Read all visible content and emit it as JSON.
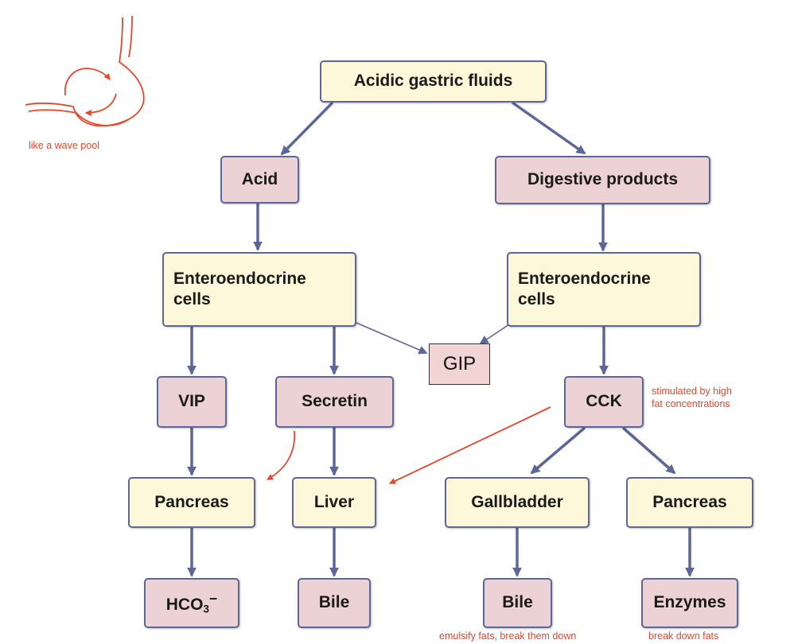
{
  "nodes": {
    "acidic_gastric_fluids": "Acidic gastric fluids",
    "acid": "Acid",
    "digestive_products": "Digestive products",
    "enteroendocrine_left": "Enteroendocrine cells",
    "enteroendocrine_right": "Enteroendocrine cells",
    "gip": "GIP",
    "vip": "VIP",
    "secretin": "Secretin",
    "cck": "CCK",
    "pancreas_left": "Pancreas",
    "liver": "Liver",
    "gallbladder": "Gallbladder",
    "pancreas_right": "Pancreas",
    "hco3_base": "HCO",
    "hco3_sub": "3",
    "hco3_charge": "−",
    "bile_left": "Bile",
    "bile_right": "Bile",
    "enzymes": "Enzymes"
  },
  "annotations": {
    "wave_pool": "like a wave pool",
    "cck_line1": "stimulated by high",
    "cck_line2": "fat concentrations",
    "bile_note": "emulsify fats, break them down",
    "enzymes_note": "break down fats"
  },
  "edges": [
    [
      "acidic_gastric_fluids",
      "acid"
    ],
    [
      "acidic_gastric_fluids",
      "digestive_products"
    ],
    [
      "acid",
      "enteroendocrine_left"
    ],
    [
      "digestive_products",
      "enteroendocrine_right"
    ],
    [
      "enteroendocrine_left",
      "vip"
    ],
    [
      "enteroendocrine_left",
      "secretin"
    ],
    [
      "enteroendocrine_left",
      "gip"
    ],
    [
      "enteroendocrine_right",
      "gip"
    ],
    [
      "enteroendocrine_right",
      "cck"
    ],
    [
      "vip",
      "pancreas_left"
    ],
    [
      "secretin",
      "liver"
    ],
    [
      "cck",
      "gallbladder"
    ],
    [
      "cck",
      "pancreas_right"
    ],
    [
      "pancreas_left",
      "hco3"
    ],
    [
      "liver",
      "bile_left"
    ],
    [
      "gallbladder",
      "bile_right"
    ],
    [
      "pancreas_right",
      "enzymes"
    ]
  ],
  "colors": {
    "arrow": "#5d6699",
    "annotation": "#e5472c",
    "box_yellow": "#fdf8d9",
    "box_pink": "#ecd2d4"
  }
}
